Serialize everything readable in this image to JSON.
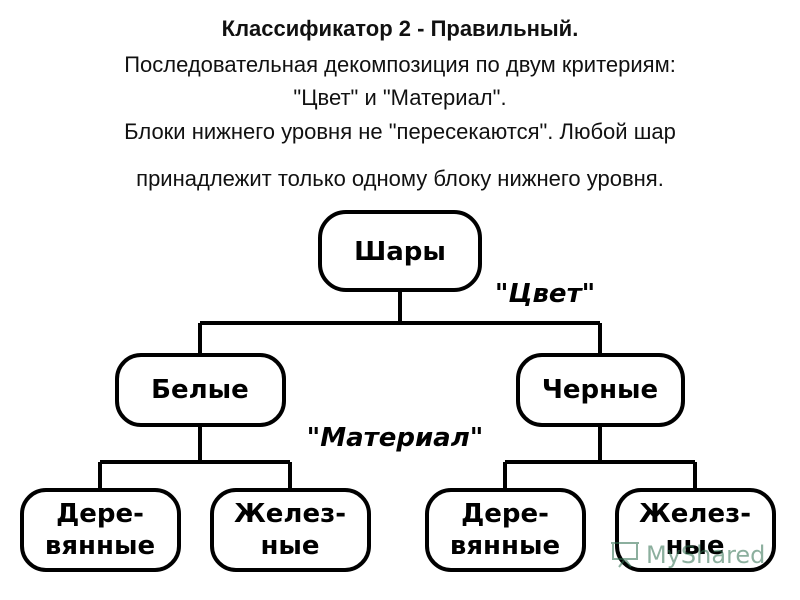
{
  "caption": {
    "title": "Классификатор 2 - Правильный.",
    "line1": "Последовательная декомпозиция по двум критериям:",
    "line2": "\"Цвет\" и \"Материал\".",
    "line3": "Блоки нижнего уровня не \"пересекаются\". Любой шар",
    "line4": "принадлежит только одному блоку нижнего уровня."
  },
  "diagram": {
    "root": "Шары",
    "criterion_top": "\"Цвет\"",
    "level1": [
      "Белые",
      "Черные"
    ],
    "criterion_bottom": "\"Материал\"",
    "leaves": [
      [
        "Дере-",
        "вянные"
      ],
      [
        "Желез-",
        "ные"
      ],
      [
        "Дере-",
        "вянные"
      ],
      [
        "Желез-",
        "ные"
      ]
    ]
  },
  "watermark": {
    "text": "MyShared",
    "icon": "slide-presentation-icon",
    "color": "#2f6f4f"
  }
}
